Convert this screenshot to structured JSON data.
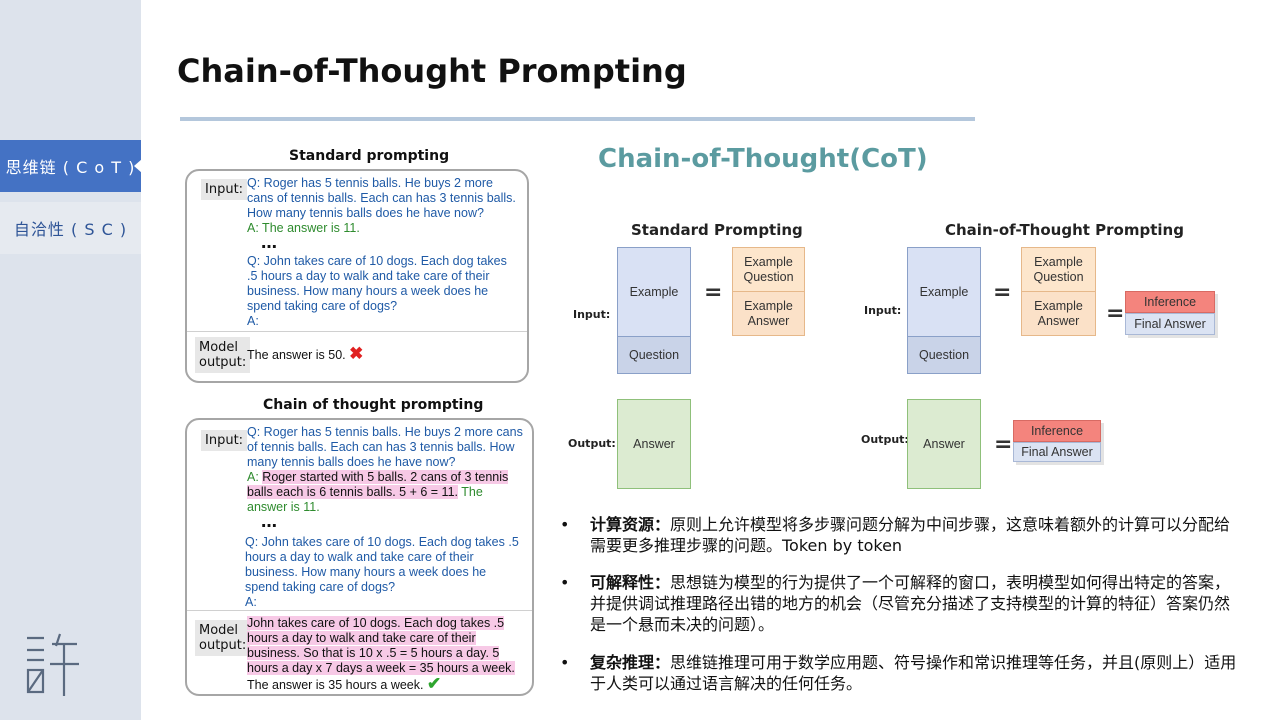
{
  "sidebar": {
    "items": [
      {
        "label": "思维链 ( C o T )"
      },
      {
        "label": "自洽性 ( S C )"
      }
    ],
    "logo_text": "許"
  },
  "title": "Chain-of-Thought Prompting",
  "left_figure": {
    "standard": {
      "heading": "Standard prompting",
      "input_label": "Input:",
      "q1": "Q: Roger has 5 tennis balls. He buys 2 more cans of tennis balls. Each can has 3 tennis balls. How many tennis balls does he have now?",
      "a1": "A: The answer is 11.",
      "dots": "…",
      "q2": "Q: John takes care of 10 dogs.  Each dog takes .5 hours a day to walk and take care of their business.  How many hours a week does he spend taking care of dogs?",
      "a2": "A:",
      "output_label_1": "Model",
      "output_label_2": "output:",
      "output": "The answer is 50.",
      "mark": "✖"
    },
    "cot": {
      "heading": "Chain of thought prompting",
      "input_label": "Input:",
      "q1": "Q: Roger has 5 tennis balls. He buys 2 more cans of tennis balls. Each can has 3 tennis balls. How many tennis balls does he have now?",
      "a1_prefix": "A: ",
      "a1_reason": "Roger started with 5 balls. 2 cans of 3 tennis balls each is 6 tennis balls. 5 + 6 = 11.",
      "a1_answer": " The answer is 11.",
      "dots": "…",
      "q2": "Q: John takes care of 10 dogs.  Each dog takes .5 hours a day to walk and take care of their business.  How many hours a week does he spend taking care of dogs?",
      "a2": "A:",
      "output_label_1": "Model",
      "output_label_2": "output:",
      "output_reason": "John takes care of 10 dogs. Each dog takes .5 hours a day to walk and take care of their business. So that is 10 x .5 = 5 hours a day. 5 hours a day x 7 days a week = 35 hours a week.",
      "output_answer": "The answer is 35 hours a week.",
      "mark": "✔"
    }
  },
  "diagram": {
    "heading": "Chain-of-Thought(CoT)",
    "standard_heading": "Standard Prompting",
    "cot_heading": "Chain-of-Thought Prompting",
    "input_label": "Input:",
    "output_label": "Output:",
    "example": "Example",
    "question": "Question",
    "example_question": "Example Question",
    "example_answer": "Example Answer",
    "answer": "Answer",
    "inference": "Inference",
    "final_answer": "Final Answer",
    "equals": "="
  },
  "bullets": [
    {
      "title": "计算资源：",
      "text": "原则上允许模型将多步骤问题分解为中间步骤，这意味着额外的计算可以分配给需要更多推理步骤的问题。Token by token"
    },
    {
      "title": "可解释性：",
      "text": "思想链为模型的行为提供了一个可解释的窗口，表明模型如何得出特定的答案，并提供调试推理路径出错的地方的机会（尽管充分描述了支持模型的计算的特征）答案仍然是一个悬而未决的问题）。"
    },
    {
      "title": "复杂推理：",
      "text": "思维链推理可用于数学应用题、符号操作和常识推理等任务，并且(原则上）适用于人类可以通过语言解决的任何任务。"
    }
  ],
  "colors": {
    "sidebar_bg": "#dde3ec",
    "nav_active": "#4472c4",
    "heading_teal": "#5b9ba0",
    "question_blue": "#1f5aa6",
    "answer_green": "#2e8b2e",
    "highlight_pink": "#f7c9e6"
  }
}
